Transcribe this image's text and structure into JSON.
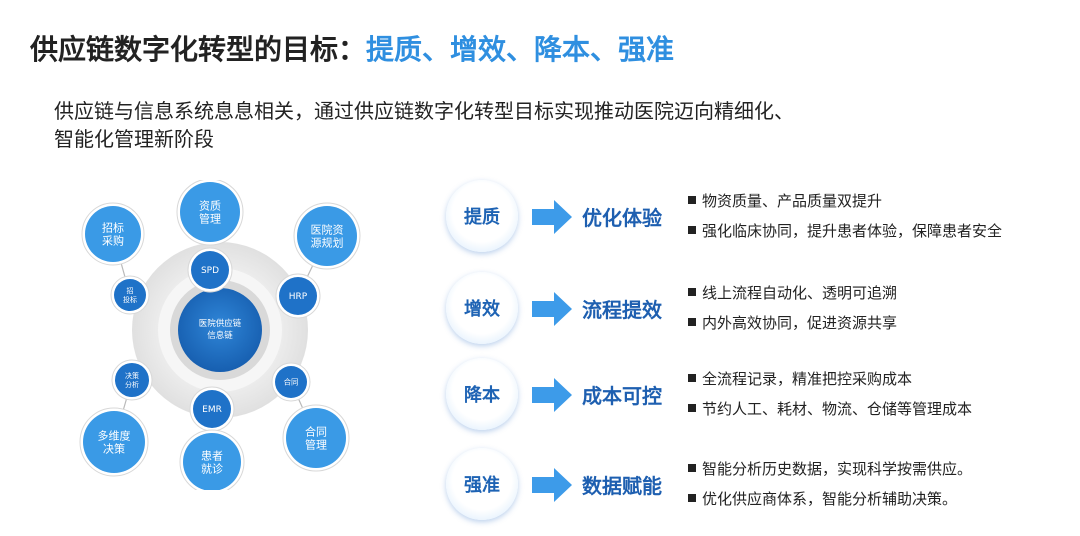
{
  "title": {
    "prefix": "供应链数字化转型的目标：",
    "highlight": "提质、增效、降本、强准"
  },
  "subtitle": {
    "line1": "供应链与信息系统息息相关，通过供应链数字化转型目标实现推动医院迈向精细化、",
    "line2": "智能化管理新阶段"
  },
  "diagram": {
    "center": "医院供应链信息链",
    "inner_nodes": [
      "SPD",
      "HRP",
      "合同",
      "EMR",
      "决策分析",
      "招投标"
    ],
    "outer_nodes": [
      "资质管理",
      "医院资源规划",
      "合同管理",
      "患者就诊",
      "多维度决策",
      "招标采购"
    ],
    "colors": {
      "node": "#1f72c8",
      "outer_node": "#3a9ae6",
      "ring_outer": "#e6e6e6",
      "ring_mid": "#f4f4f4"
    }
  },
  "goals": [
    {
      "key": "提质",
      "goal": "优化体验",
      "bullets": [
        "物资质量、产品质量双提升",
        "强化临床协同，提升患者体验，保障患者安全"
      ]
    },
    {
      "key": "增效",
      "goal": "流程提效",
      "bullets": [
        "线上流程自动化、透明可追溯",
        "内外高效协同，促进资源共享"
      ]
    },
    {
      "key": "降本",
      "goal": "成本可控",
      "bullets": [
        "全流程记录，精准把控采购成本",
        "节约人工、耗材、物流、仓储等管理成本"
      ]
    },
    {
      "key": "强准",
      "goal": "数据赋能",
      "bullets": [
        "智能分析历史数据，实现科学按需供应。",
        "优化供应商体系，智能分析辅助决策。"
      ]
    }
  ],
  "colors": {
    "accent": "#2f8fe0",
    "goal_text": "#1e5fb0",
    "arrow": "#3d9be9"
  }
}
